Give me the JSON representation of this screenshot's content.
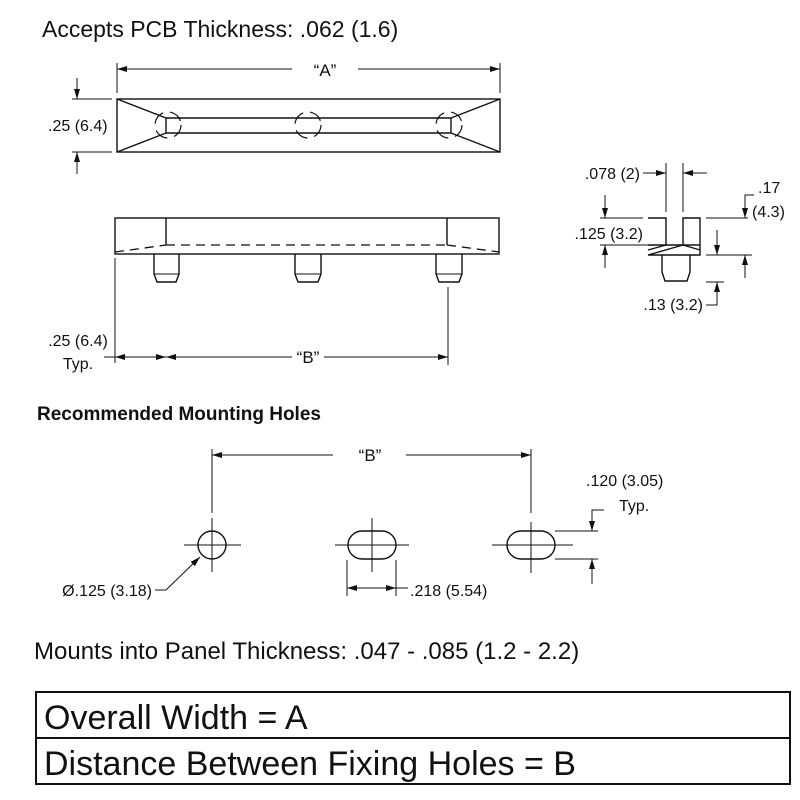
{
  "header": {
    "pcb_thickness": "Accepts PCB Thickness:  .062 (1.6)"
  },
  "top_view": {
    "dim_a": "“A”",
    "dim_height": ".25 (6.4)"
  },
  "side_view": {
    "dim_offset": ".25 (6.4)",
    "dim_offset_typ": "Typ.",
    "dim_b": "“B”"
  },
  "end_view": {
    "slot_width": ".078 (2)",
    "overall_height_1": ".17",
    "overall_height_2": "(4.3)",
    "body_height": ".125 (3.2)",
    "pin_length": ".13 (3.2)"
  },
  "mounting": {
    "title": "Recommended Mounting Holes",
    "dim_b": "“B”",
    "hole_dia": "Ø.125 (3.18)",
    "slot_length": ".218 (5.54)",
    "slot_width": ".120 (3.05)",
    "slot_width_typ": "Typ."
  },
  "panel_thickness": "Mounts into Panel Thickness: .047 - .085 (1.2 - 2.2)",
  "legend_table": {
    "rows": [
      "Overall Width = A",
      "Distance Between Fixing Holes = B"
    ]
  }
}
